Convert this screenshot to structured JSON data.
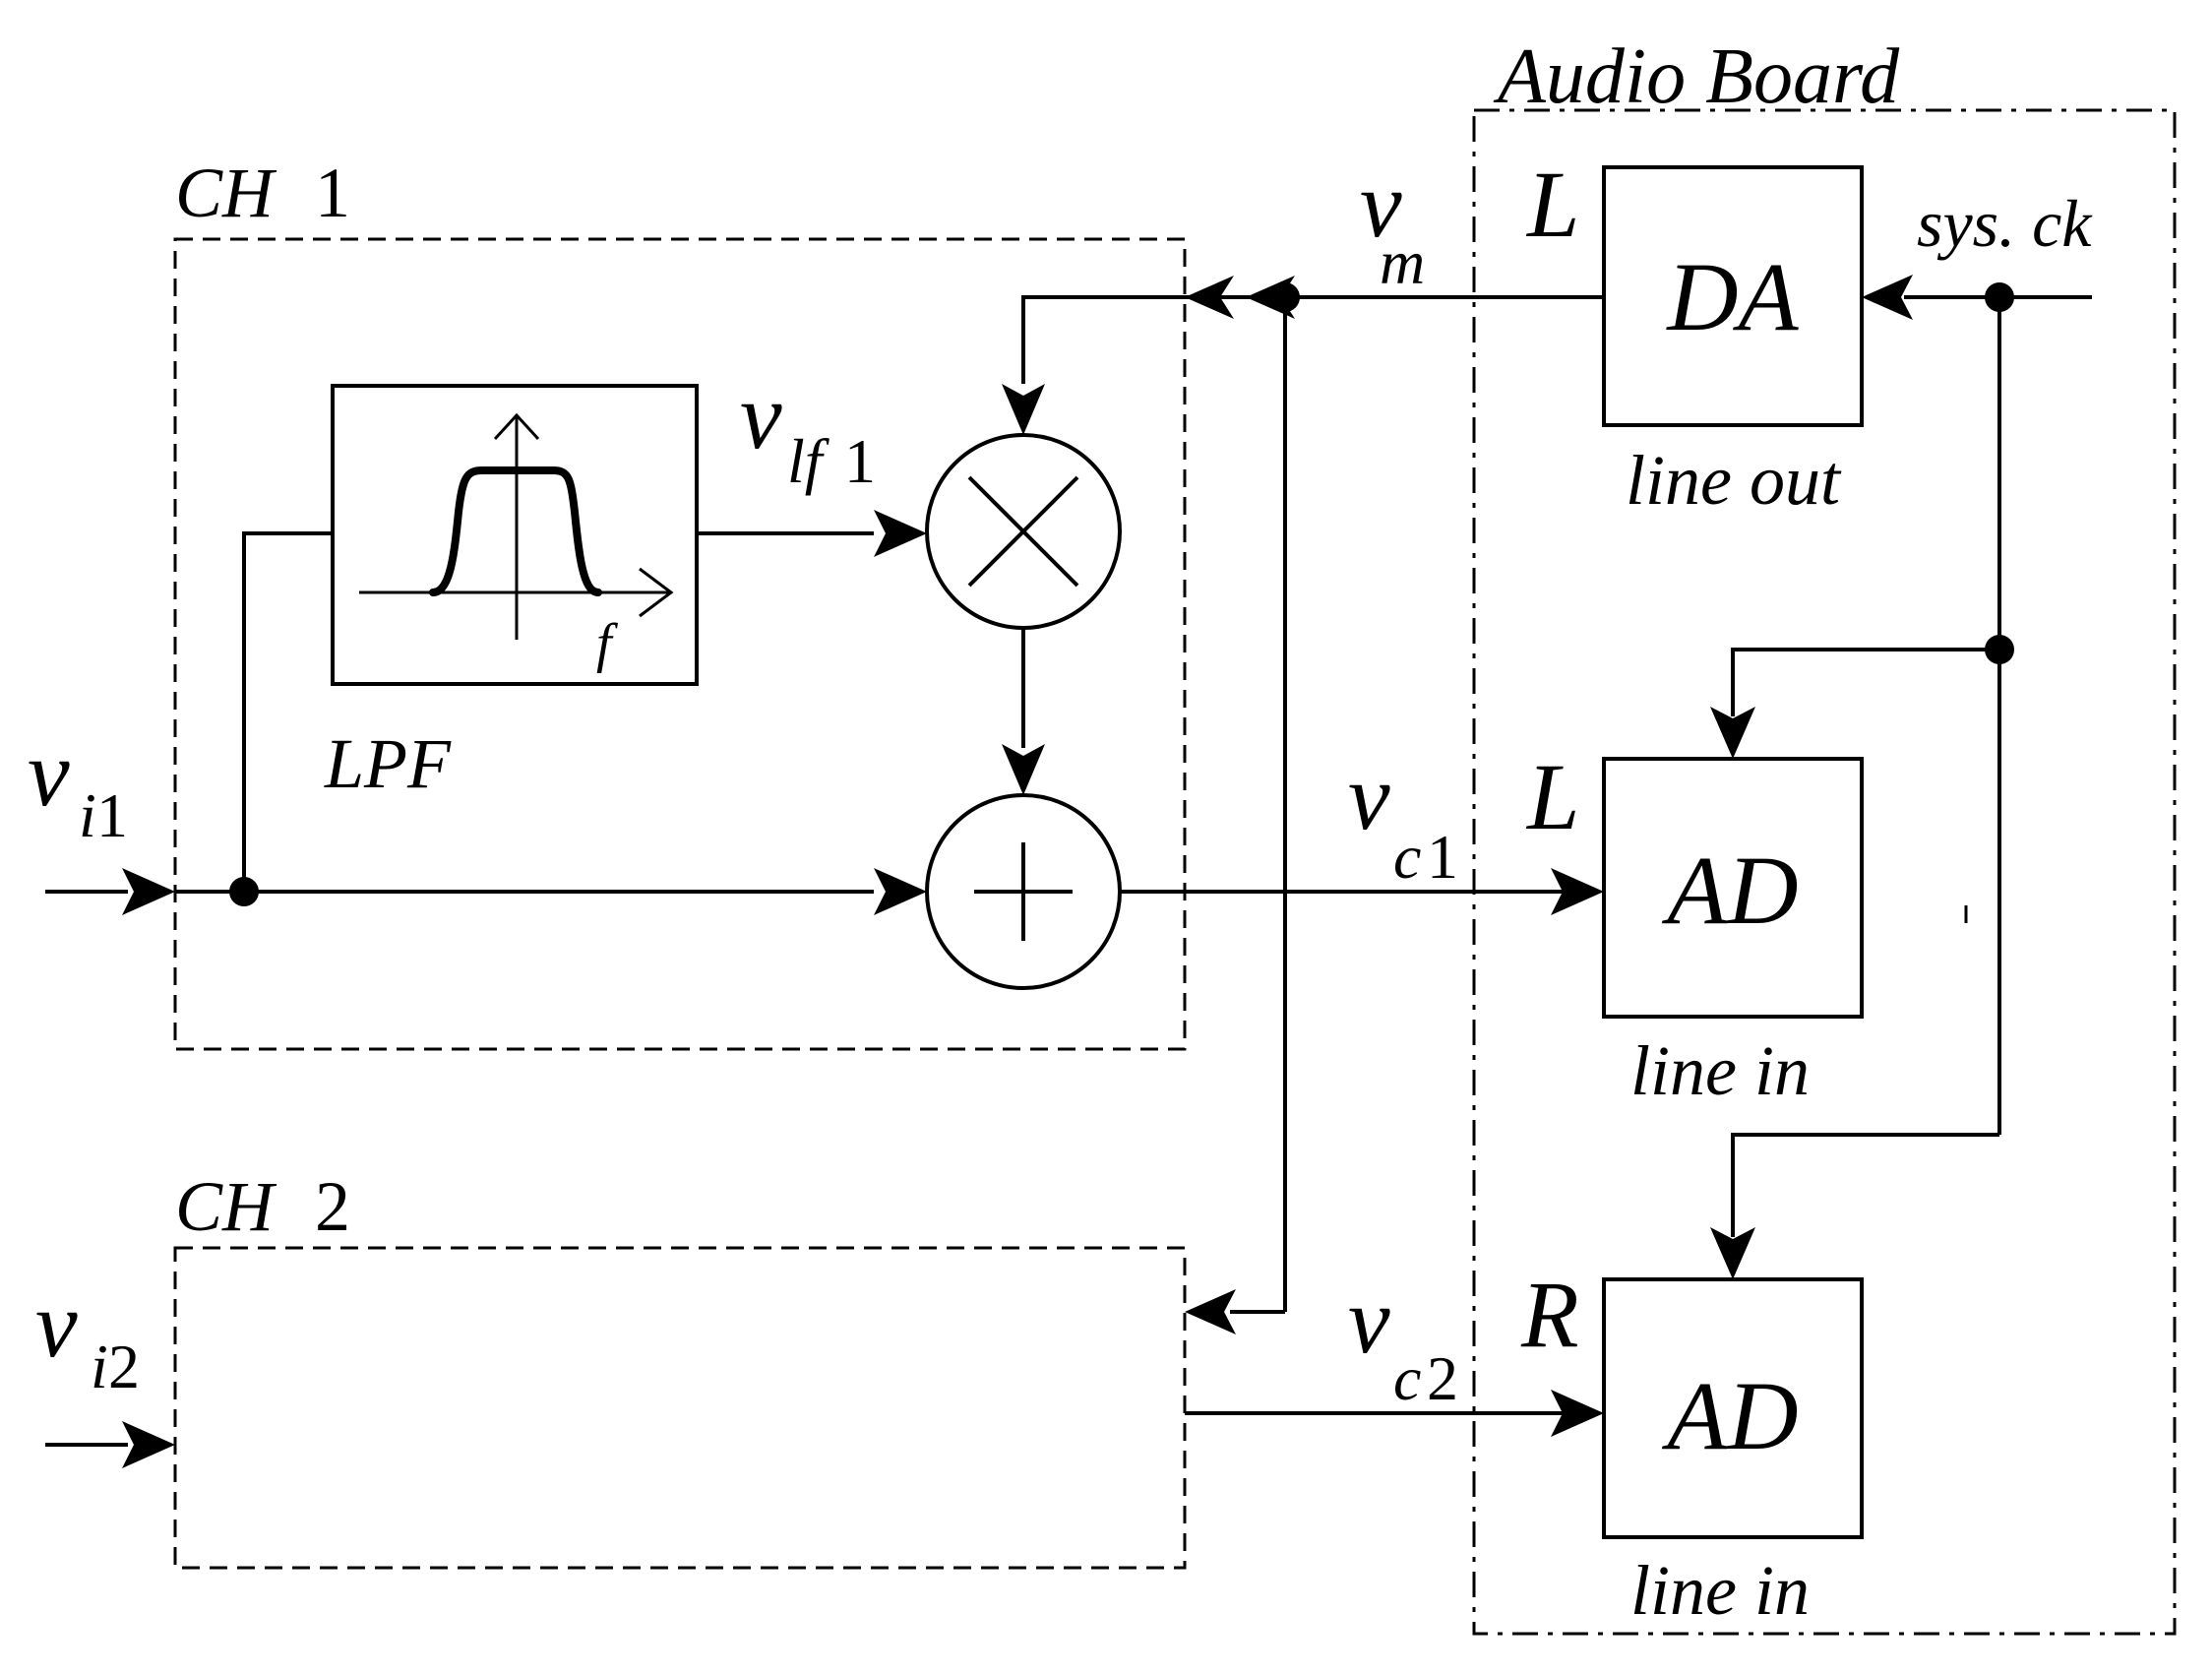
{
  "labels": {
    "audio_board": "Audio Board",
    "ch1": "CH",
    "ch1_num": "1",
    "ch2": "CH",
    "ch2_num": "2",
    "vm": "v",
    "vm_sub": "m",
    "sys_ck": "sys. ck",
    "da_channel": "L",
    "da": "DA",
    "line_out": "line out",
    "vlf1": "v",
    "vlf1_sub": "lf",
    "vlf1_sub_num": "1",
    "lpf": "LPF",
    "lpf_axis": "f",
    "vi1": "v",
    "vi1_sub": "i",
    "vi1_sub_num": "1",
    "vc1": "v",
    "vc1_sub": "c",
    "vc1_sub_num": "1",
    "ad1_channel": "L",
    "ad1": "AD",
    "line_in_1": "line in",
    "vi2": "v",
    "vi2_sub": "i",
    "vi2_sub_num": "2",
    "vc2": "v",
    "vc2_sub": "c",
    "vc2_sub_num": "2",
    "ad2_channel": "R",
    "ad2": "AD",
    "line_in_2": "line in"
  }
}
